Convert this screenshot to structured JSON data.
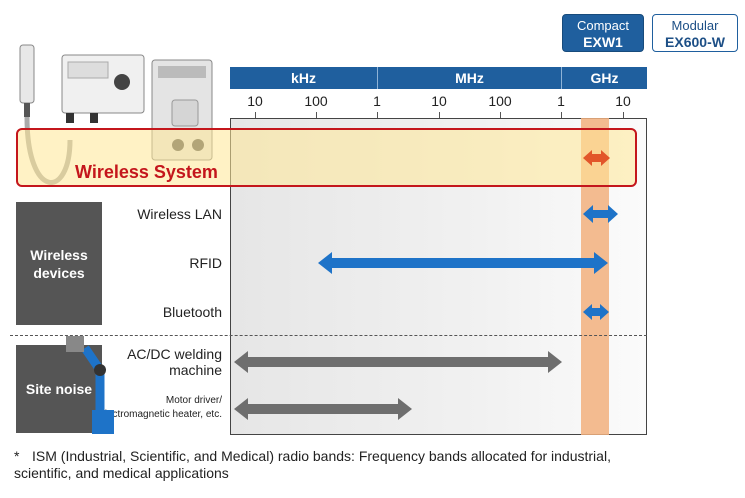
{
  "badges": [
    {
      "line1": "Compact",
      "line2": "EXW1"
    },
    {
      "line1": "Modular",
      "line2": "EX600-W"
    }
  ],
  "bands": [
    "kHz",
    "MHz",
    "GHz"
  ],
  "ticks": [
    "10",
    "100",
    "1",
    "10",
    "100",
    "1",
    "10"
  ],
  "wireless_system": {
    "label": "Wireless System"
  },
  "groups": {
    "wireless_devices": "Wireless devices",
    "site_noise": "Site noise"
  },
  "rows": {
    "wireless_lan": "Wireless LAN",
    "rfid": "RFID",
    "bluetooth": "Bluetooth",
    "welding_line1": "AC/DC welding",
    "welding_line2": "machine",
    "motor_line1": "Motor driver/",
    "motor_line2": "Electromagnetic heater, etc."
  },
  "footnote": {
    "mark": "*",
    "text": "ISM (Industrial, Scientific, and Medical) radio bands: Frequency bands allocated for industrial, scientific, and medical applications"
  },
  "colors": {
    "band_header": "#1f5f9e",
    "wireless_system_border": "#c4161c",
    "ghz_column": "#f2b07e",
    "blue_arrow": "#1e73c8",
    "gray_arrow": "#6e6e6e",
    "red_arrow": "#e2552a"
  }
}
